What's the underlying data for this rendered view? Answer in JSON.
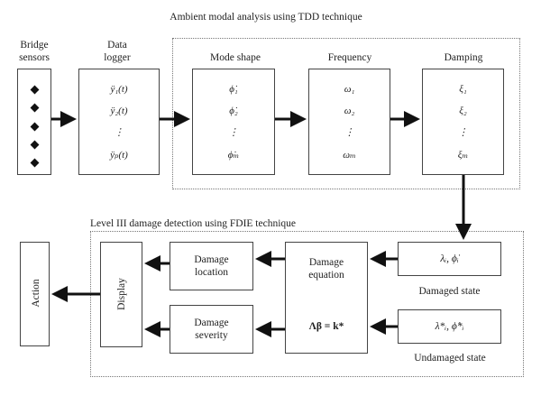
{
  "top_section": {
    "title": "Ambient modal analysis using TDD technique",
    "sensors_label_line1": "Bridge",
    "sensors_label_line2": "sensors",
    "logger_label_line1": "Data",
    "logger_label_line2": "logger",
    "mode_shape_label": "Mode shape",
    "frequency_label": "Frequency",
    "damping_label": "Damping",
    "logger_values": [
      "ÿ₁(t)",
      "ÿ₂(t)",
      "⋮",
      "ÿₚ(t)"
    ],
    "mode_values": [
      "ϕ̇₁",
      "ϕ̇₂",
      "⋮",
      "ϕ̇ₘ"
    ],
    "freq_values": [
      "ω₁",
      "ω₂",
      "⋮",
      "ωₘ"
    ],
    "damp_values": [
      "ξ₁",
      "ξ₂",
      "⋮",
      "ξₘ"
    ]
  },
  "bottom_section": {
    "title": "Level III damage detection using FDIE technique",
    "action_label": "Action",
    "display_label": "Display",
    "damage_location_line1": "Damage",
    "damage_location_line2": "location",
    "damage_severity_line1": "Damage",
    "damage_severity_line2": "severity",
    "damage_equation_line1": "Damage",
    "damage_equation_line2": "equation",
    "equation": "Λβ = k*",
    "damaged_values": "λᵢ, ϕ̇ᵢ",
    "undamaged_values": "λ*ᵢ, ϕ̇*ᵢ",
    "damaged_state_label": "Damaged state",
    "undamaged_state_label": "Undamaged state"
  }
}
